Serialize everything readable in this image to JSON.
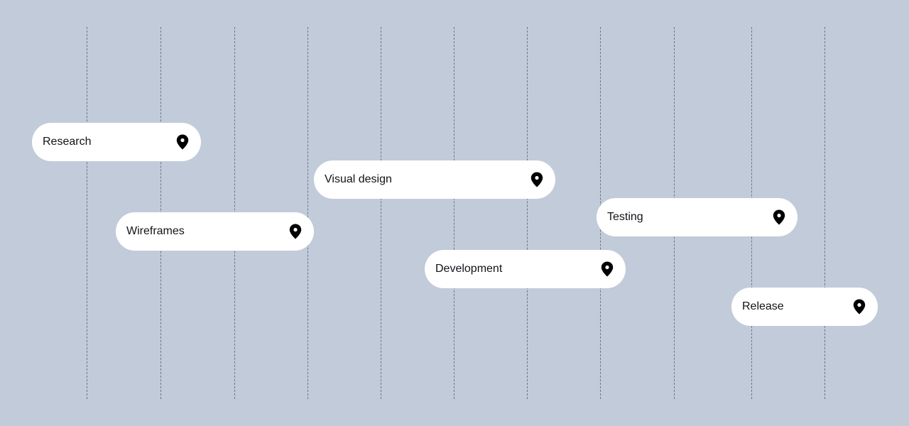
{
  "colors": {
    "background": "#c2cbd9",
    "pill_background": "#ffffff",
    "gridline": "#6f7686",
    "icon": "#000000",
    "text": "#111318"
  },
  "milestones": [
    {
      "label": "Research",
      "icon": "map-pin-icon"
    },
    {
      "label": "Wireframes",
      "icon": "map-pin-icon"
    },
    {
      "label": "Visual design",
      "icon": "map-pin-icon"
    },
    {
      "label": "Development",
      "icon": "map-pin-icon"
    },
    {
      "label": "Testing",
      "icon": "map-pin-icon"
    },
    {
      "label": "Release",
      "icon": "map-pin-icon"
    }
  ]
}
